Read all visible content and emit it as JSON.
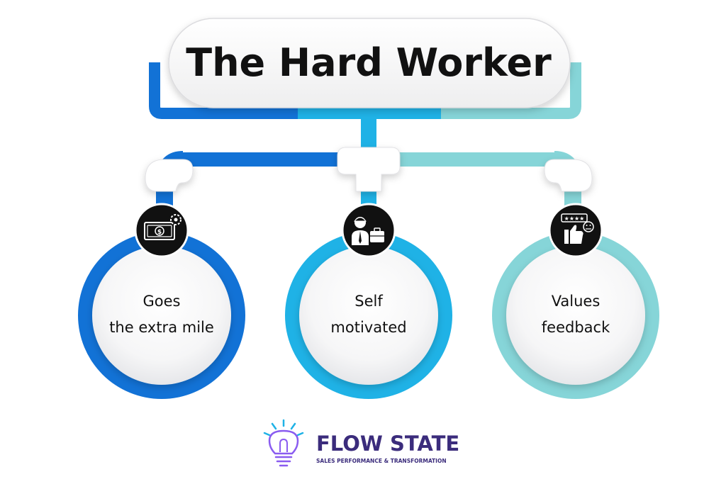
{
  "title": "The Hard Worker",
  "colors": {
    "blue": "#1272d6",
    "cyan": "#1fb2e6",
    "teal": "#86d5d8",
    "purple": "#3b2c7c",
    "violet": "#8a5cf0"
  },
  "nodes": [
    {
      "line1": "Goes",
      "line2": "the extra mile",
      "icon": "money-gear-icon"
    },
    {
      "line1": "Self",
      "line2": "motivated",
      "icon": "worker-briefcase-icon"
    },
    {
      "line1": "Values",
      "line2": "feedback",
      "icon": "rating-thumbs-up-icon"
    }
  ],
  "logo": {
    "name": "FLOW STATE",
    "tagline": "SALES PERFORMANCE & TRANSFORMATION",
    "icon": "lightbulb-icon"
  }
}
